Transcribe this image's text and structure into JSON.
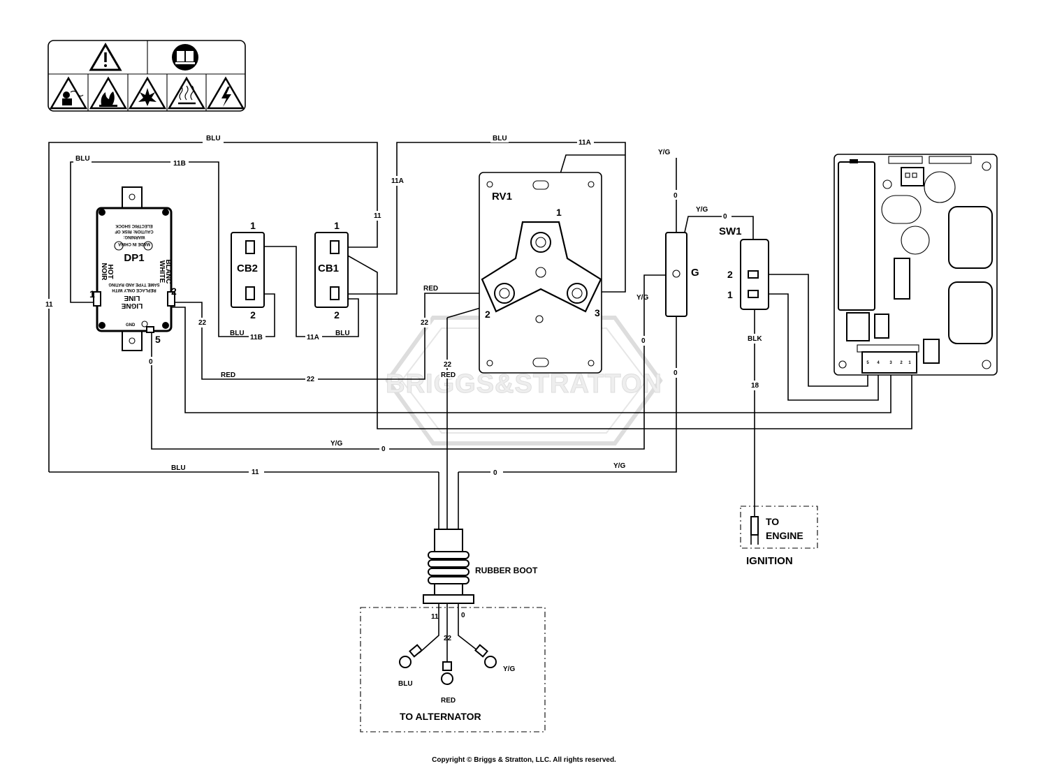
{
  "wire_labels": {
    "top_blu": "BLU",
    "left_blu": "BLU",
    "w11b_top": "11B",
    "w11_left": "11",
    "w11_mid": "11",
    "w11a_vert": "11A",
    "mid_blu": "BLU",
    "w11a_top": "11A",
    "yg_top": "Y/G",
    "w0_top": "0",
    "yg_sw": "Y/G",
    "w0_sw": "0",
    "blu_11b": "BLU",
    "w11b_bot": "11B",
    "w11a_bot": "11A",
    "blu_cb1": "BLU",
    "red_rv": "RED",
    "w22_rv": "22",
    "w22_dp": "22",
    "w0_dp": "0",
    "red_bottom": "RED",
    "w22_bottom": "22",
    "w22_boot": "22",
    "red_boot": "RED",
    "yg_g": "Y/G",
    "w0_g": "0",
    "w0_g2": "0",
    "blk": "BLK",
    "w18": "18",
    "yg_ground": "Y/G",
    "w0_ground": "0",
    "blu_bottom": "BLU",
    "w11_bottom": "11",
    "w0_bottom": "0",
    "yg_bottom": "Y/G"
  },
  "components": {
    "dp1": "DP1",
    "cb2": "CB2",
    "cb1": "CB1",
    "rv1": "RV1",
    "ground": "G",
    "sw1": "SW1"
  },
  "pin_labels": {
    "dp1_1": "1",
    "dp1_2": "2",
    "dp1_5": "5",
    "cb2_1": "1",
    "cb2_2": "2",
    "cb1_1": "1",
    "cb1_2": "2",
    "rv1_1": "1",
    "rv1_2": "2",
    "rv1_3": "3",
    "sw1_2": "2",
    "sw1_1": "1"
  },
  "connector_pins": [
    "5",
    "4",
    "3",
    "2",
    "1"
  ],
  "dp1_text": {
    "made_in": "MADE IN CHINA",
    "warning_a": "WARNING:",
    "warning_b": "CAUTION: RISK OF",
    "warning_c": "ELECTRIC SHOCK",
    "warning_d": "REPLACE ONLY WITH",
    "warning_e": "SAME TYPE AND RATING",
    "hot": "HOT",
    "noir": "NOIR",
    "white": "WHITE",
    "blanc": "BLANC",
    "line": "LINE",
    "ligne": "LIGNE",
    "gnd": "GND"
  },
  "rubber_boot": "RUBBER BOOT",
  "alternator": {
    "title": "TO ALTERNATOR",
    "w11": "11",
    "w22": "22",
    "w0": "0",
    "blu": "BLU",
    "red": "RED",
    "yg": "Y/G"
  },
  "engine": {
    "to": "TO",
    "engine": "ENGINE",
    "ignition": "IGNITION"
  },
  "watermark": "BRIGGS&STRATTON",
  "copyright": "Copyright © Briggs & Stratton, LLC. All rights reserved.",
  "warning_icons": [
    "warning-triangle",
    "read-manual",
    "toxic-fumes",
    "fire",
    "explosion",
    "hot-surface",
    "electric-shock"
  ]
}
